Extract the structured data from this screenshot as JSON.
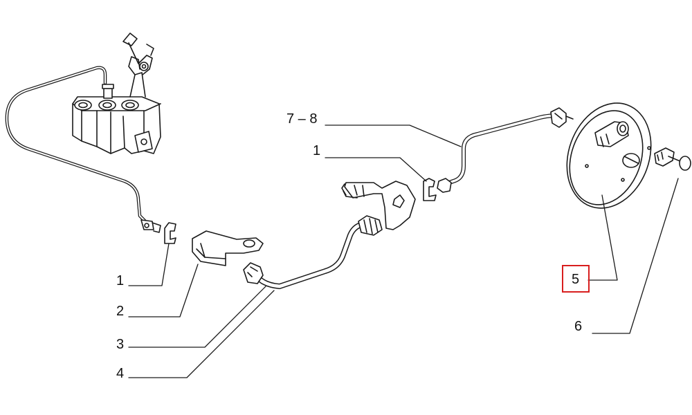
{
  "diagram": {
    "callouts": [
      {
        "id": "c78",
        "text": "7 – 8"
      },
      {
        "id": "c1a",
        "text": "1"
      },
      {
        "id": "c1b",
        "text": "1"
      },
      {
        "id": "c2",
        "text": "2"
      },
      {
        "id": "c3",
        "text": "3"
      },
      {
        "id": "c4",
        "text": "4"
      },
      {
        "id": "c5",
        "text": "5",
        "highlighted": true
      },
      {
        "id": "c6",
        "text": "6"
      }
    ],
    "colors": {
      "line": "#1a1a1a",
      "highlight": "#d81e1e",
      "background": "#ffffff"
    }
  }
}
